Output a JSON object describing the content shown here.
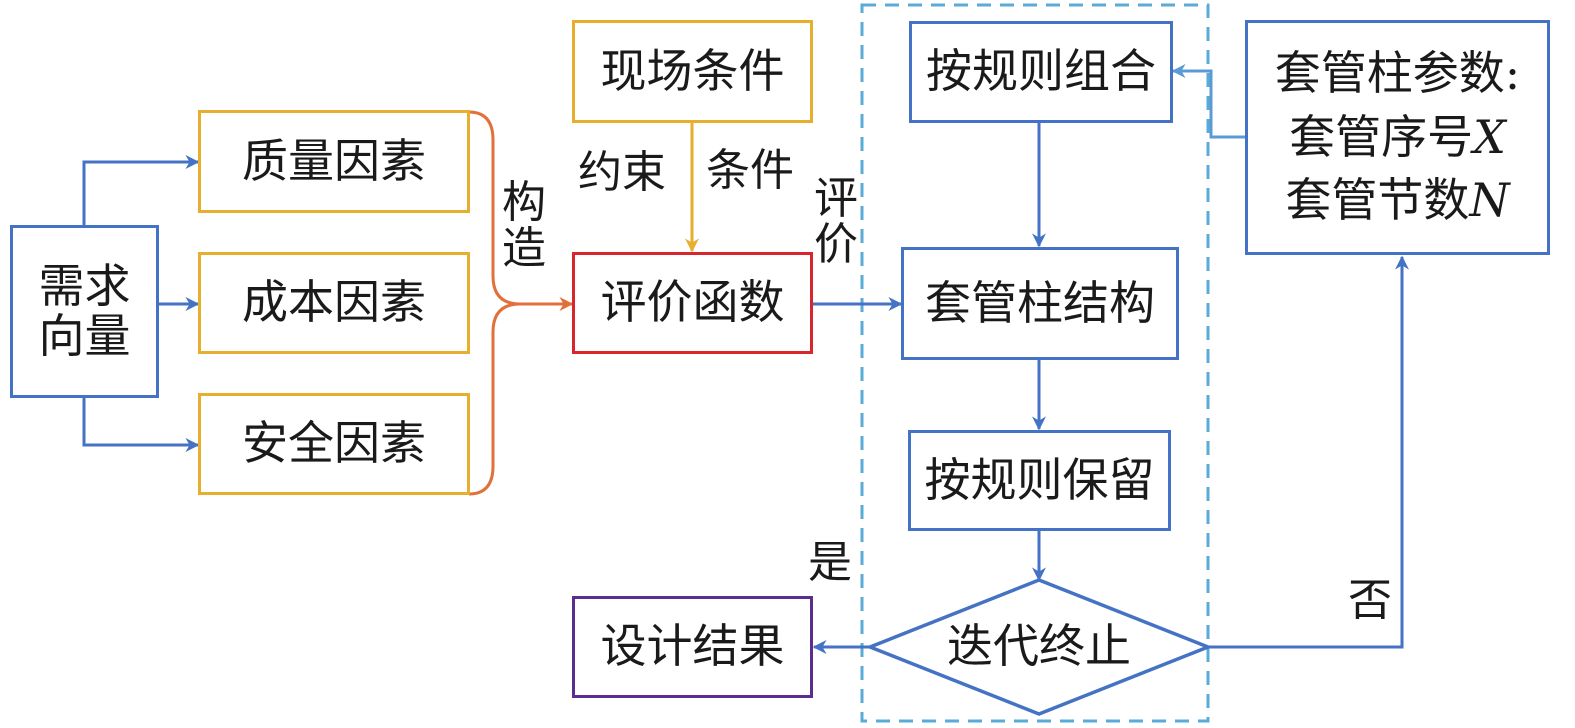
{
  "colors": {
    "blue": "#4472c4",
    "light_blue": "#5b9bd5",
    "dashed": "#5aabd8",
    "yellow": "#e8ae30",
    "orange": "#e2703a",
    "red": "#d9262c",
    "purple": "#5b2d8e"
  },
  "nodes": {
    "demand_vector": {
      "line1": "需求",
      "line2": "向量"
    },
    "quality_factor": "质量因素",
    "cost_factor": "成本因素",
    "safety_factor": "安全因素",
    "site_conditions": "现场条件",
    "evaluation_function": "评价函数",
    "combine_by_rule": "按规则组合",
    "casing_string_structure": "套管柱结构",
    "retain_by_rule": "按规则保留",
    "iteration_stop": "迭代终止",
    "design_result": "设计结果",
    "casing_params": {
      "title": "套管柱参数:",
      "line2_text": "套管序号",
      "line2_var": "X",
      "line3_text": "套管节数",
      "line3_var": "N"
    }
  },
  "edge_labels": {
    "construct": "构造",
    "constraint_left": "约束",
    "constraint_right": "条件",
    "evaluate": "评价",
    "yes": "是",
    "no": "否"
  }
}
